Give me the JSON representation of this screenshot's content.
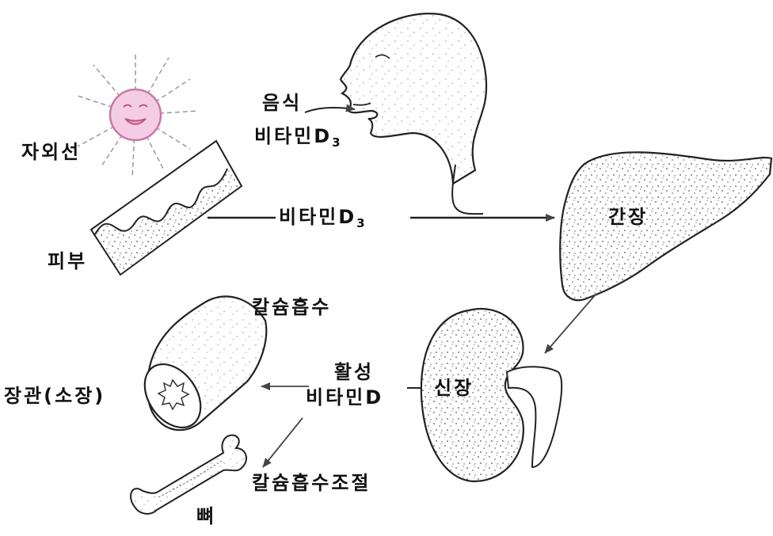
{
  "labels": {
    "uv": "자외선",
    "skin": "피부",
    "food": "음식",
    "vitamin_d3_mouth_prefix": "비타민D",
    "vitamin_d3_skin_prefix": "비타민D",
    "d3_subscript": "3",
    "liver": "간장",
    "kidney": "신장",
    "active_line1": "활성",
    "active_line2": "비타민D",
    "calcium_absorption": "칼슘흡수",
    "intestine": "장관(소장)",
    "calcium_regulation": "칼슘흡수조절",
    "bone": "뼈"
  }
}
